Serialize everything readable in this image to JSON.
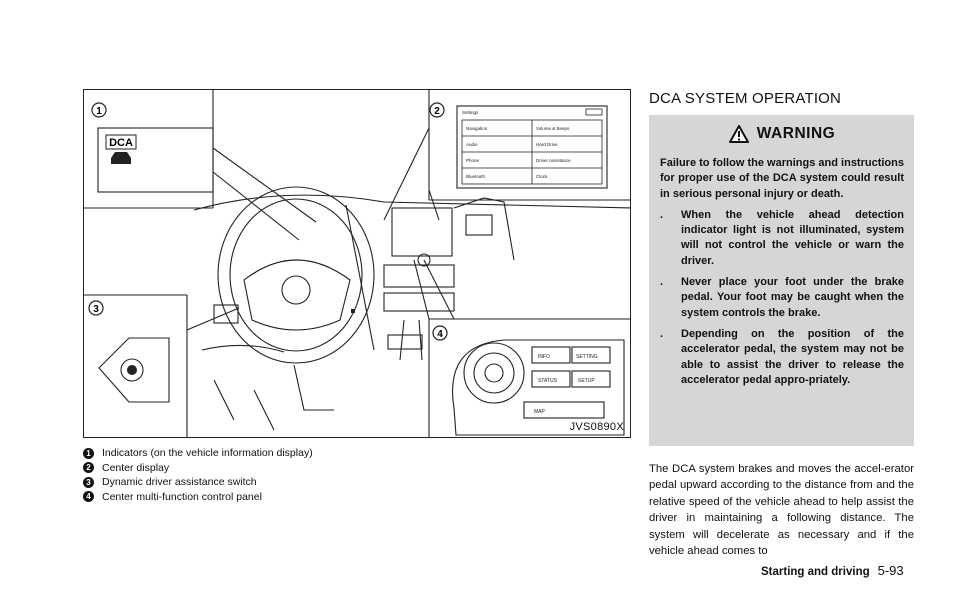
{
  "figure": {
    "code": "JVS0890X",
    "callouts": [
      "1",
      "2",
      "3",
      "4"
    ],
    "dca_indicator_label": "DCA",
    "center_display": {
      "header": "Settings",
      "items": [
        "Navigation",
        "Volume & Beeps",
        "Audio",
        "Hard Drive",
        "Phone",
        "Driver Assistance",
        "Bluetooth",
        "Clock"
      ]
    },
    "control_panel_labels": [
      "INFO",
      "SETTING",
      "STATUS",
      "SETUP",
      "MAP"
    ]
  },
  "captions": [
    {
      "num": "1",
      "text": "Indicators (on the vehicle information display)"
    },
    {
      "num": "2",
      "text": "Center display"
    },
    {
      "num": "3",
      "text": "Dynamic driver assistance switch"
    },
    {
      "num": "4",
      "text": "Center multi-function control panel"
    }
  ],
  "section_title": "DCA SYSTEM OPERATION",
  "warning": {
    "title": "WARNING",
    "intro": "Failure to follow the warnings and instructions for proper use of the DCA system could result in serious personal injury or death.",
    "bullet": ".",
    "items": [
      "When the vehicle ahead detection indicator light is not illuminated, system will not control the vehicle or warn the driver.",
      "Never place your foot under the brake pedal. Your foot may be caught when the system controls the brake.",
      "Depending on the position of the accelerator pedal, the system may not be able to assist the driver to release the accelerator pedal appro-priately."
    ]
  },
  "body_text": "The DCA system brakes and moves the accel-erator pedal upward according to the distance from and the relative speed of the vehicle ahead to help assist the driver in maintaining a following distance. The system will decelerate as necessary and if the vehicle ahead comes to",
  "footer": {
    "section": "Starting and driving",
    "page": "5-93"
  }
}
